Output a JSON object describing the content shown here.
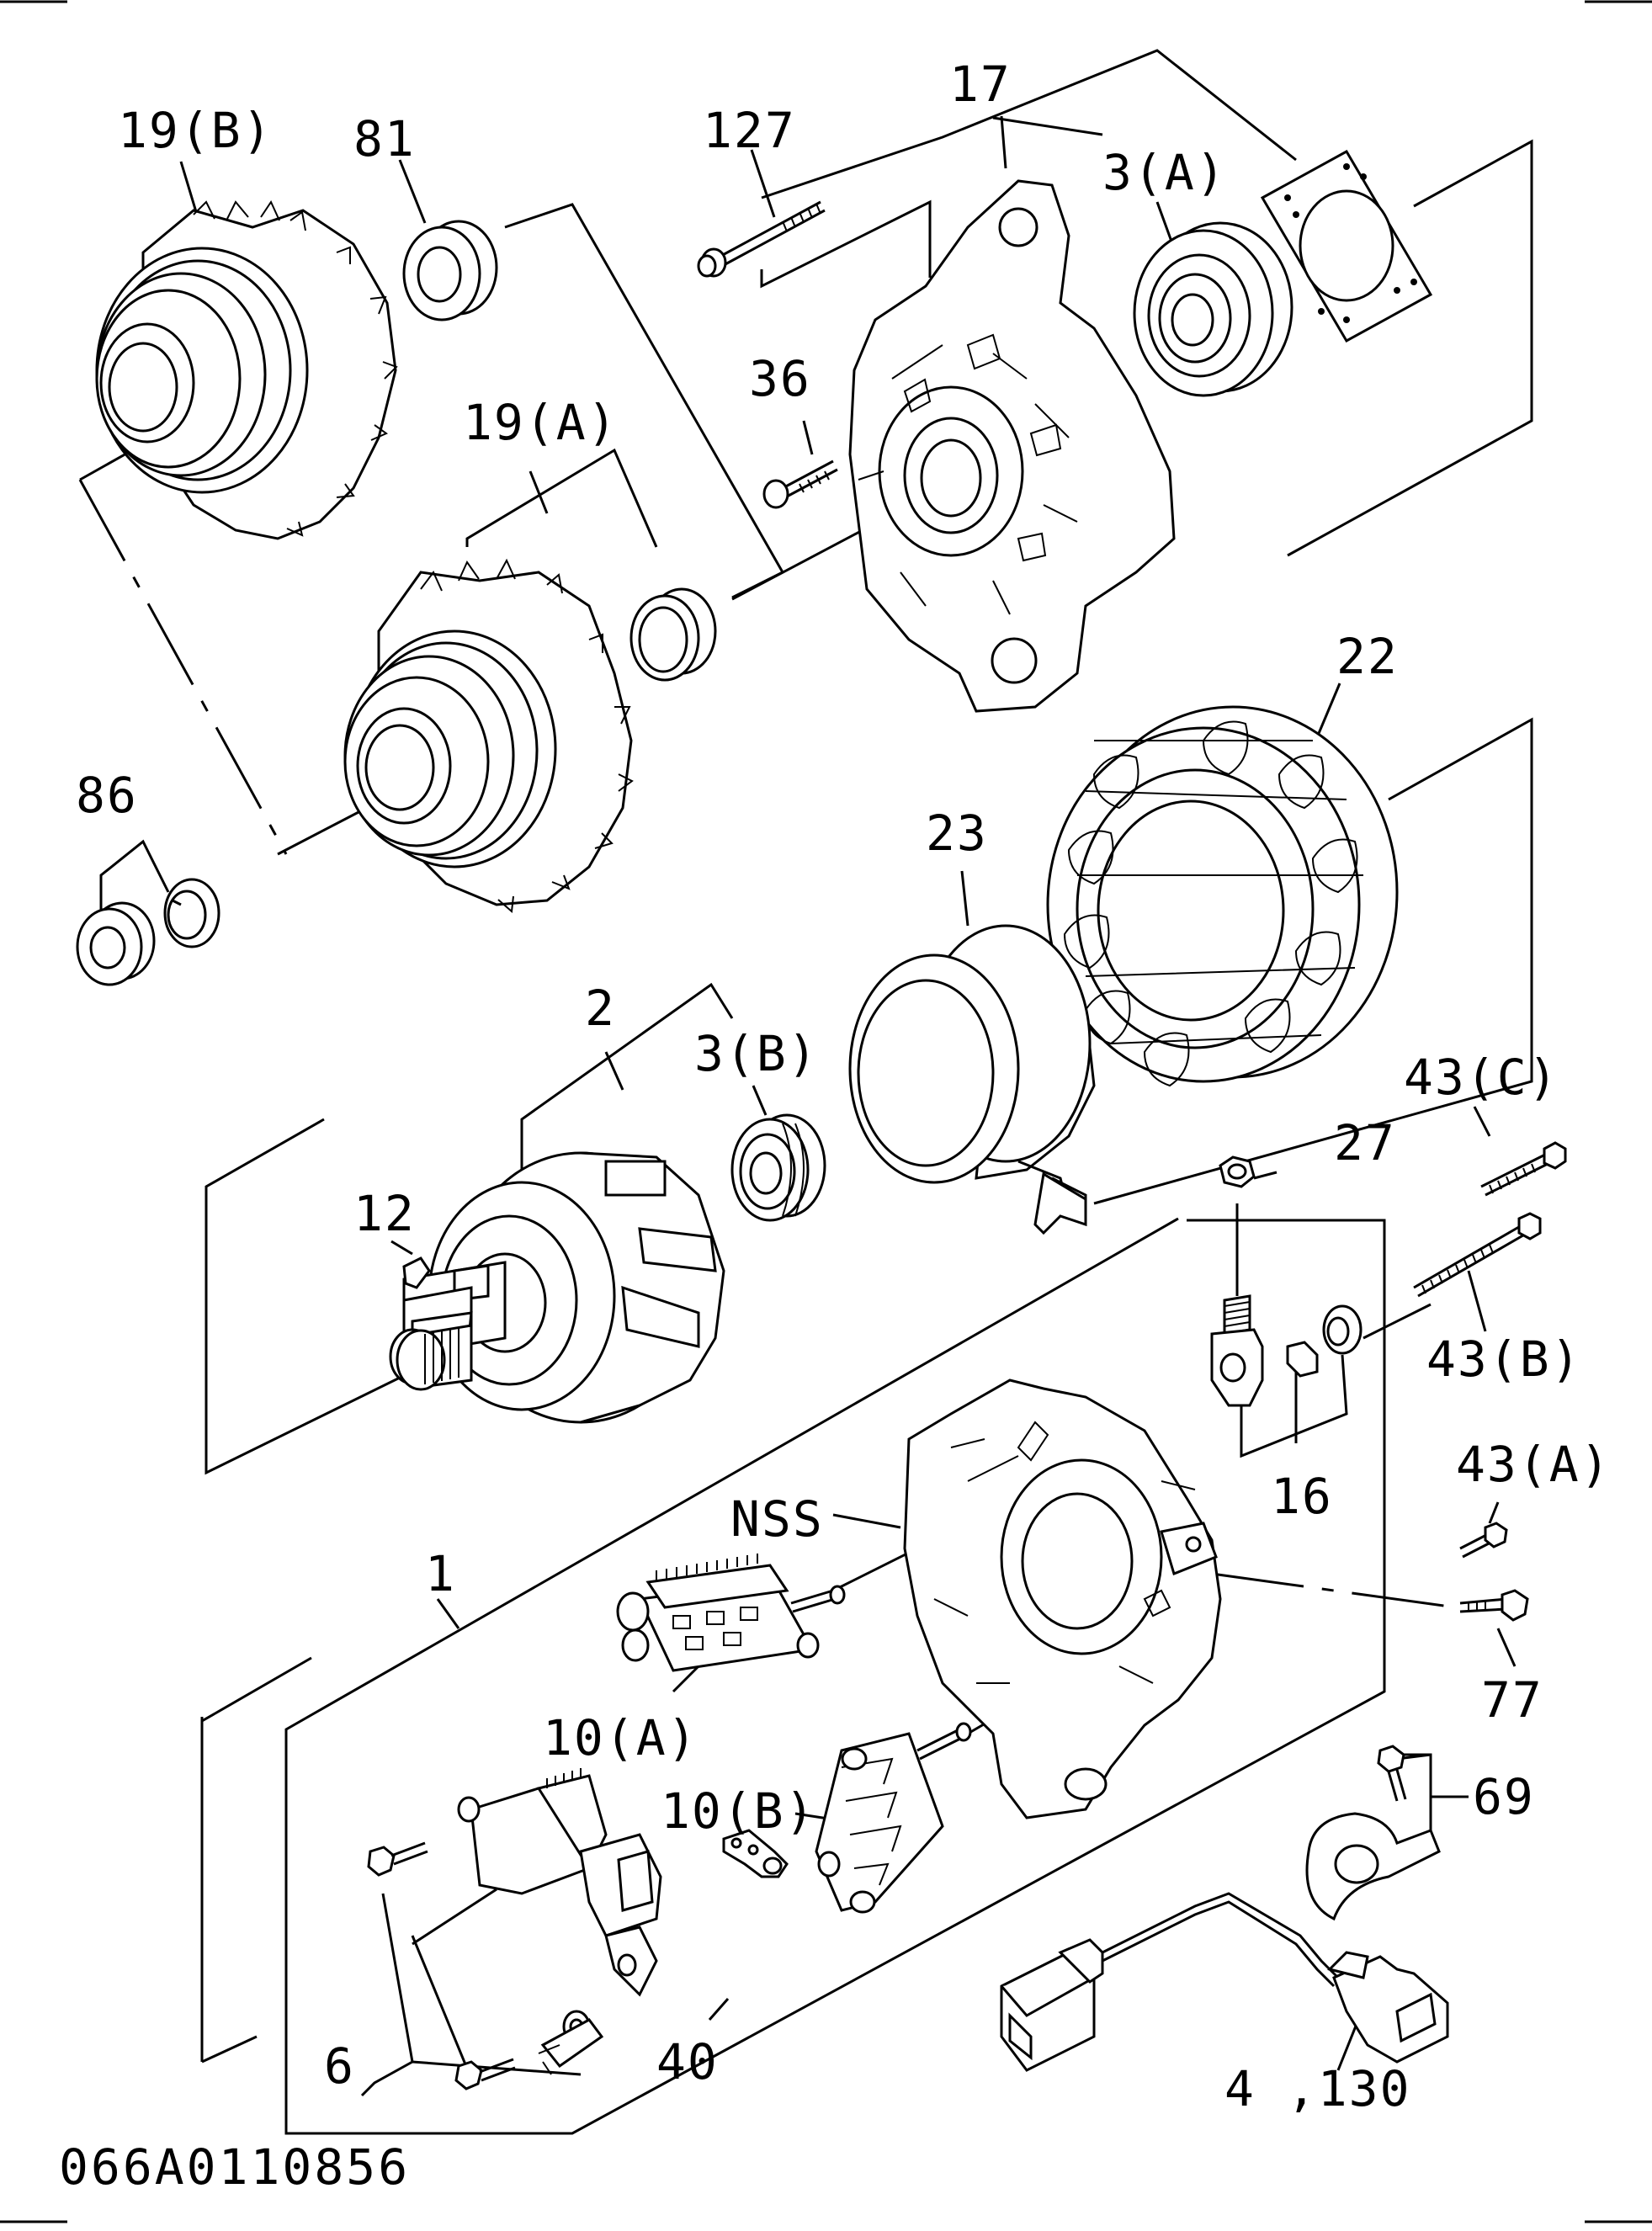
{
  "diagram": {
    "type": "exploded parts diagram",
    "drawing_code": "066A0110856",
    "callouts": [
      {
        "id": "c19b",
        "text": "19(B)"
      },
      {
        "id": "c81",
        "text": "81"
      },
      {
        "id": "c127",
        "text": "127"
      },
      {
        "id": "c17",
        "text": "17"
      },
      {
        "id": "c3a",
        "text": "3(A)"
      },
      {
        "id": "c36",
        "text": "36"
      },
      {
        "id": "c19a",
        "text": "19(A)"
      },
      {
        "id": "c22",
        "text": "22"
      },
      {
        "id": "c86",
        "text": "86"
      },
      {
        "id": "c23",
        "text": "23"
      },
      {
        "id": "c2",
        "text": "2"
      },
      {
        "id": "c3b",
        "text": "3(B)"
      },
      {
        "id": "c43c",
        "text": "43(C)"
      },
      {
        "id": "c27",
        "text": "27"
      },
      {
        "id": "c12",
        "text": "12"
      },
      {
        "id": "c43b",
        "text": "43(B)"
      },
      {
        "id": "c16",
        "text": "16"
      },
      {
        "id": "c43a",
        "text": "43(A)"
      },
      {
        "id": "cnss",
        "text": "NSS"
      },
      {
        "id": "c1",
        "text": "1"
      },
      {
        "id": "c77",
        "text": "77"
      },
      {
        "id": "c10a",
        "text": "10(A)"
      },
      {
        "id": "c10b",
        "text": "10(B)"
      },
      {
        "id": "c69",
        "text": "69"
      },
      {
        "id": "c6",
        "text": "6"
      },
      {
        "id": "c40",
        "text": "40"
      },
      {
        "id": "c4130",
        "text": "4 ,130"
      }
    ],
    "parts": [
      {
        "name": "pulley-fan-19b-icon"
      },
      {
        "name": "seal-ring-81-icon"
      },
      {
        "name": "bolt-127-icon"
      },
      {
        "name": "front-housing-17-icon"
      },
      {
        "name": "bearing-3a-icon"
      },
      {
        "name": "gasket-plate-icon"
      },
      {
        "name": "screw-36-icon"
      },
      {
        "name": "pulley-fan-19a-icon"
      },
      {
        "name": "spacer-collar-icon"
      },
      {
        "name": "stator-22-icon"
      },
      {
        "name": "nut-86-icon"
      },
      {
        "name": "washer-86-icon"
      },
      {
        "name": "field-coil-23-icon"
      },
      {
        "name": "rotor-2-icon"
      },
      {
        "name": "bearing-3b-icon"
      },
      {
        "name": "key-12-icon"
      },
      {
        "name": "nut-27-icon"
      },
      {
        "name": "terminal-16-icon"
      },
      {
        "name": "bolt-43c-icon"
      },
      {
        "name": "bolt-43b-icon"
      },
      {
        "name": "screw-43a-icon"
      },
      {
        "name": "rear-housing-nss-icon"
      },
      {
        "name": "screw-77-icon"
      },
      {
        "name": "rectifier-10a-icon"
      },
      {
        "name": "rectifier-10b-icon"
      },
      {
        "name": "regulator-6-icon"
      },
      {
        "name": "screw-6-icon"
      },
      {
        "name": "plate-40-icon"
      },
      {
        "name": "clamp-69-icon"
      },
      {
        "name": "harness-4-130-icon"
      }
    ]
  }
}
